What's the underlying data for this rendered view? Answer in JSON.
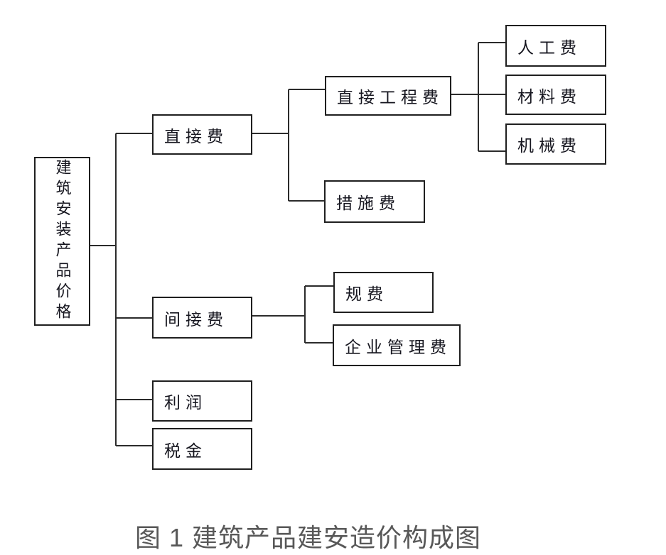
{
  "figure": {
    "caption": "图 1  建筑产品建安造价构成图"
  },
  "colors": {
    "background": "#ffffff",
    "box_border": "#1f1f1f",
    "connector_line": "#2b2b2b",
    "box_text": "#16161f",
    "caption_text": "#585858"
  },
  "tree": {
    "root": {
      "label": "建筑安装产品价格"
    },
    "children": [
      {
        "label": "直接费",
        "children": [
          {
            "label": "直接工程费",
            "children": [
              {
                "label": "人工费"
              },
              {
                "label": "材料费"
              },
              {
                "label": "机械费"
              }
            ]
          },
          {
            "label": "措施费"
          }
        ]
      },
      {
        "label": "间接费",
        "children": [
          {
            "label": "规费"
          },
          {
            "label": "企业管理费"
          }
        ]
      },
      {
        "label": "利润"
      },
      {
        "label": "税金"
      }
    ]
  }
}
